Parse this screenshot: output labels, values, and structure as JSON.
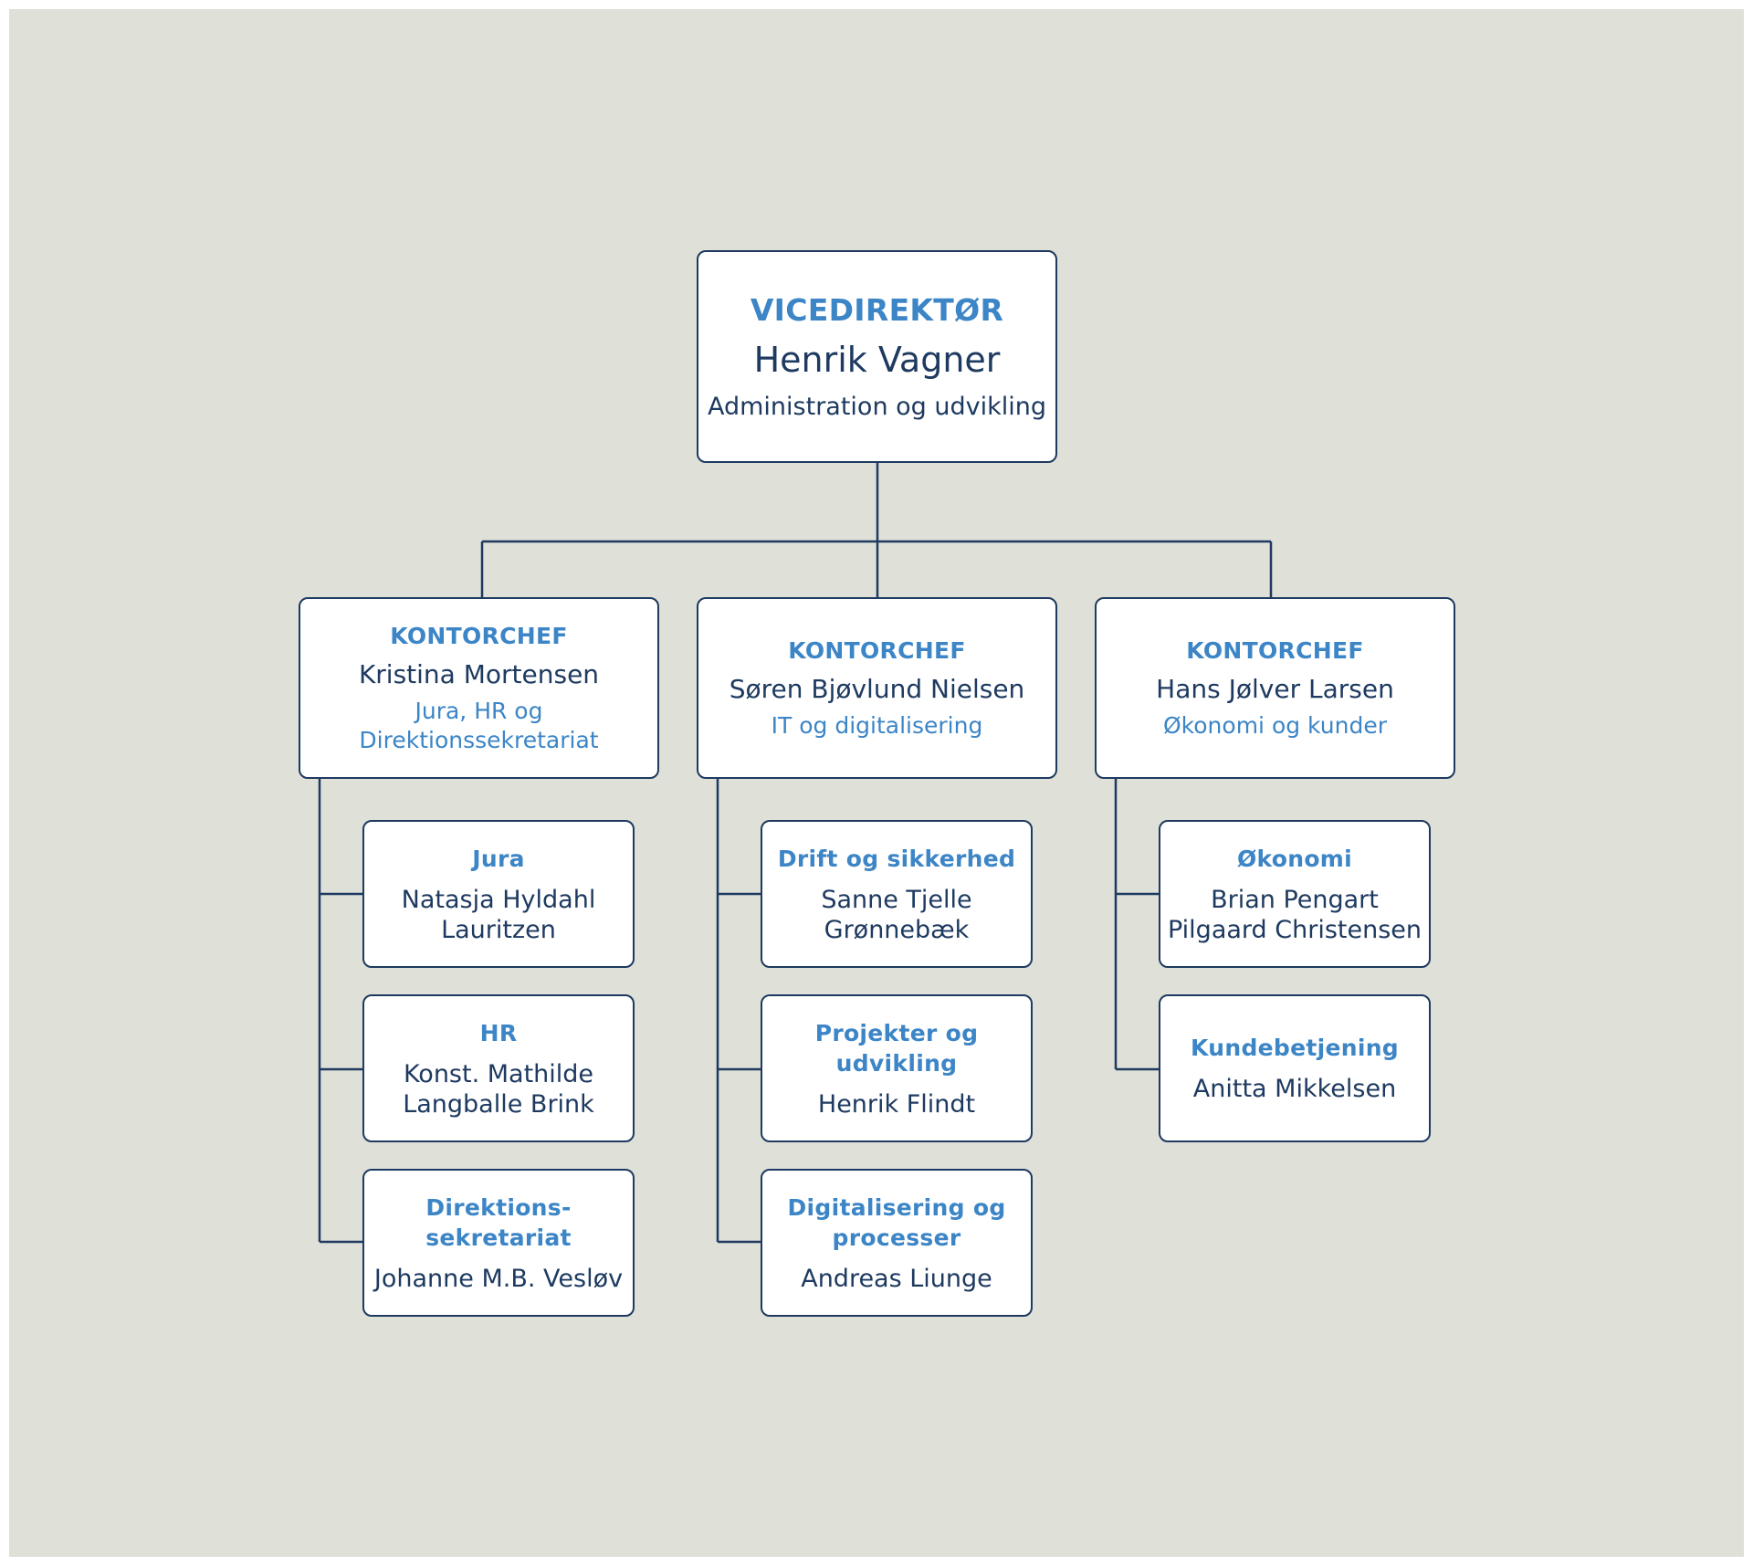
{
  "top": {
    "title": "VICEDIREKTØR",
    "name": "Henrik Vagner",
    "unit": "Administration og udvikling"
  },
  "offices": [
    {
      "title": "KONTORCHEF",
      "name": "Kristina Mortensen",
      "unit_lines": [
        "Jura, HR og",
        "Direktionssekretariat"
      ],
      "children": [
        {
          "title_lines": [
            "Jura"
          ],
          "name_lines": [
            "Natasja Hyldahl",
            "Lauritzen"
          ]
        },
        {
          "title_lines": [
            "HR"
          ],
          "name_lines": [
            "Konst. Mathilde",
            "Langballe Brink"
          ]
        },
        {
          "title_lines": [
            "Direktions-",
            "sekretariat"
          ],
          "name_lines": [
            "Johanne M.B. Vesløv"
          ]
        }
      ]
    },
    {
      "title": "KONTORCHEF",
      "name": "Søren Bjøvlund Nielsen",
      "unit_lines": [
        "IT og digitalisering"
      ],
      "children": [
        {
          "title_lines": [
            "Drift og sikkerhed"
          ],
          "name_lines": [
            "Sanne Tjelle",
            "Grønnebæk"
          ]
        },
        {
          "title_lines": [
            "Projekter og udvikling"
          ],
          "name_lines": [
            "Henrik Flindt"
          ]
        },
        {
          "title_lines": [
            "Digitalisering og",
            "processer"
          ],
          "name_lines": [
            "Andreas Liunge"
          ]
        }
      ]
    },
    {
      "title": "KONTORCHEF",
      "name": "Hans Jølver Larsen",
      "unit_lines": [
        "Økonomi og kunder"
      ],
      "children": [
        {
          "title_lines": [
            "Økonomi"
          ],
          "name_lines": [
            "Brian Pengart",
            "Pilgaard Christensen"
          ]
        },
        {
          "title_lines": [
            "Kundebetjening"
          ],
          "name_lines": [
            "Anitta Mikkelsen"
          ]
        }
      ]
    }
  ]
}
